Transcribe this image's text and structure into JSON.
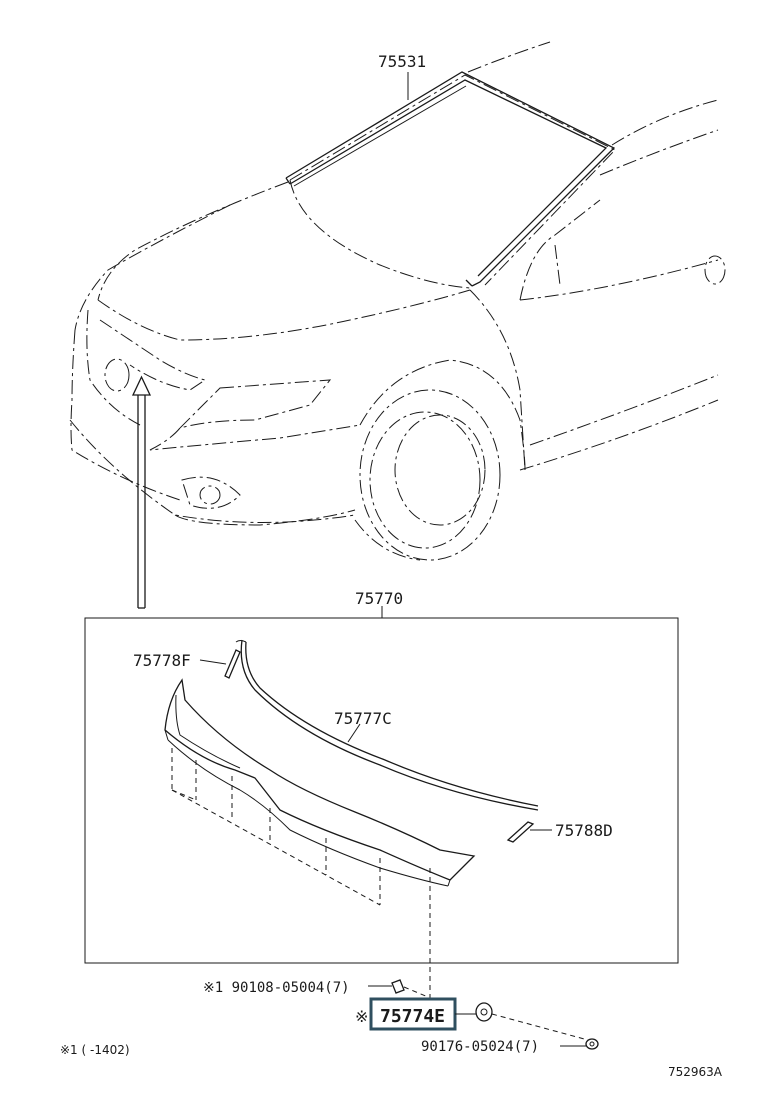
{
  "parts": {
    "p75531": "75531",
    "p75770": "75770",
    "p75778f": "75778F",
    "p75777c": "75777C",
    "p75788d": "75788D",
    "p90108": "※1 90108-05004(7)",
    "p75774e_mark": "※",
    "p75774e": "75774E",
    "p90176": "90176-05024(7)"
  },
  "footnote": "※1 (      -1402)",
  "diagram_id": "752963A",
  "highlight_color": "#2f4f5f"
}
